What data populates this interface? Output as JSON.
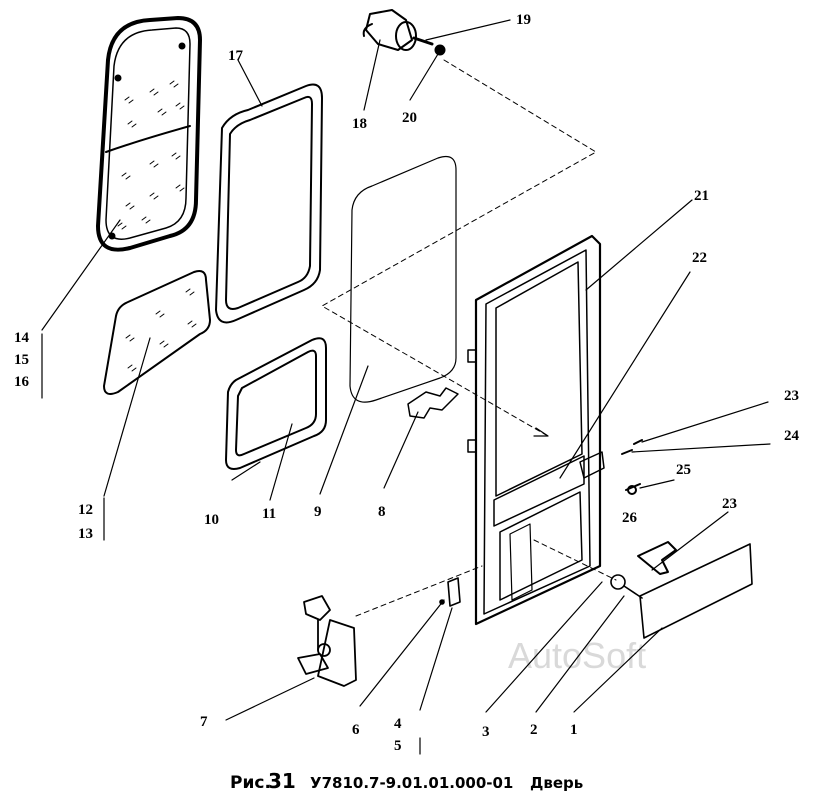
{
  "caption": {
    "prefix": "Рис.",
    "number": "31",
    "code": "У7810.7-9.01.01.000-01",
    "title": "Дверь"
  },
  "watermark": "AutoSoft",
  "callouts": [
    "1",
    "2",
    "3",
    "4",
    "5",
    "6",
    "7",
    "8",
    "9",
    "10",
    "11",
    "12",
    "13",
    "14",
    "15",
    "16",
    "17",
    "18",
    "19",
    "20",
    "21",
    "22",
    "23",
    "24",
    "25",
    "26"
  ],
  "callout_23_second": "23",
  "colors": {
    "ink": "#000000",
    "watermark": "#d9d9d9",
    "background": "#ffffff"
  }
}
